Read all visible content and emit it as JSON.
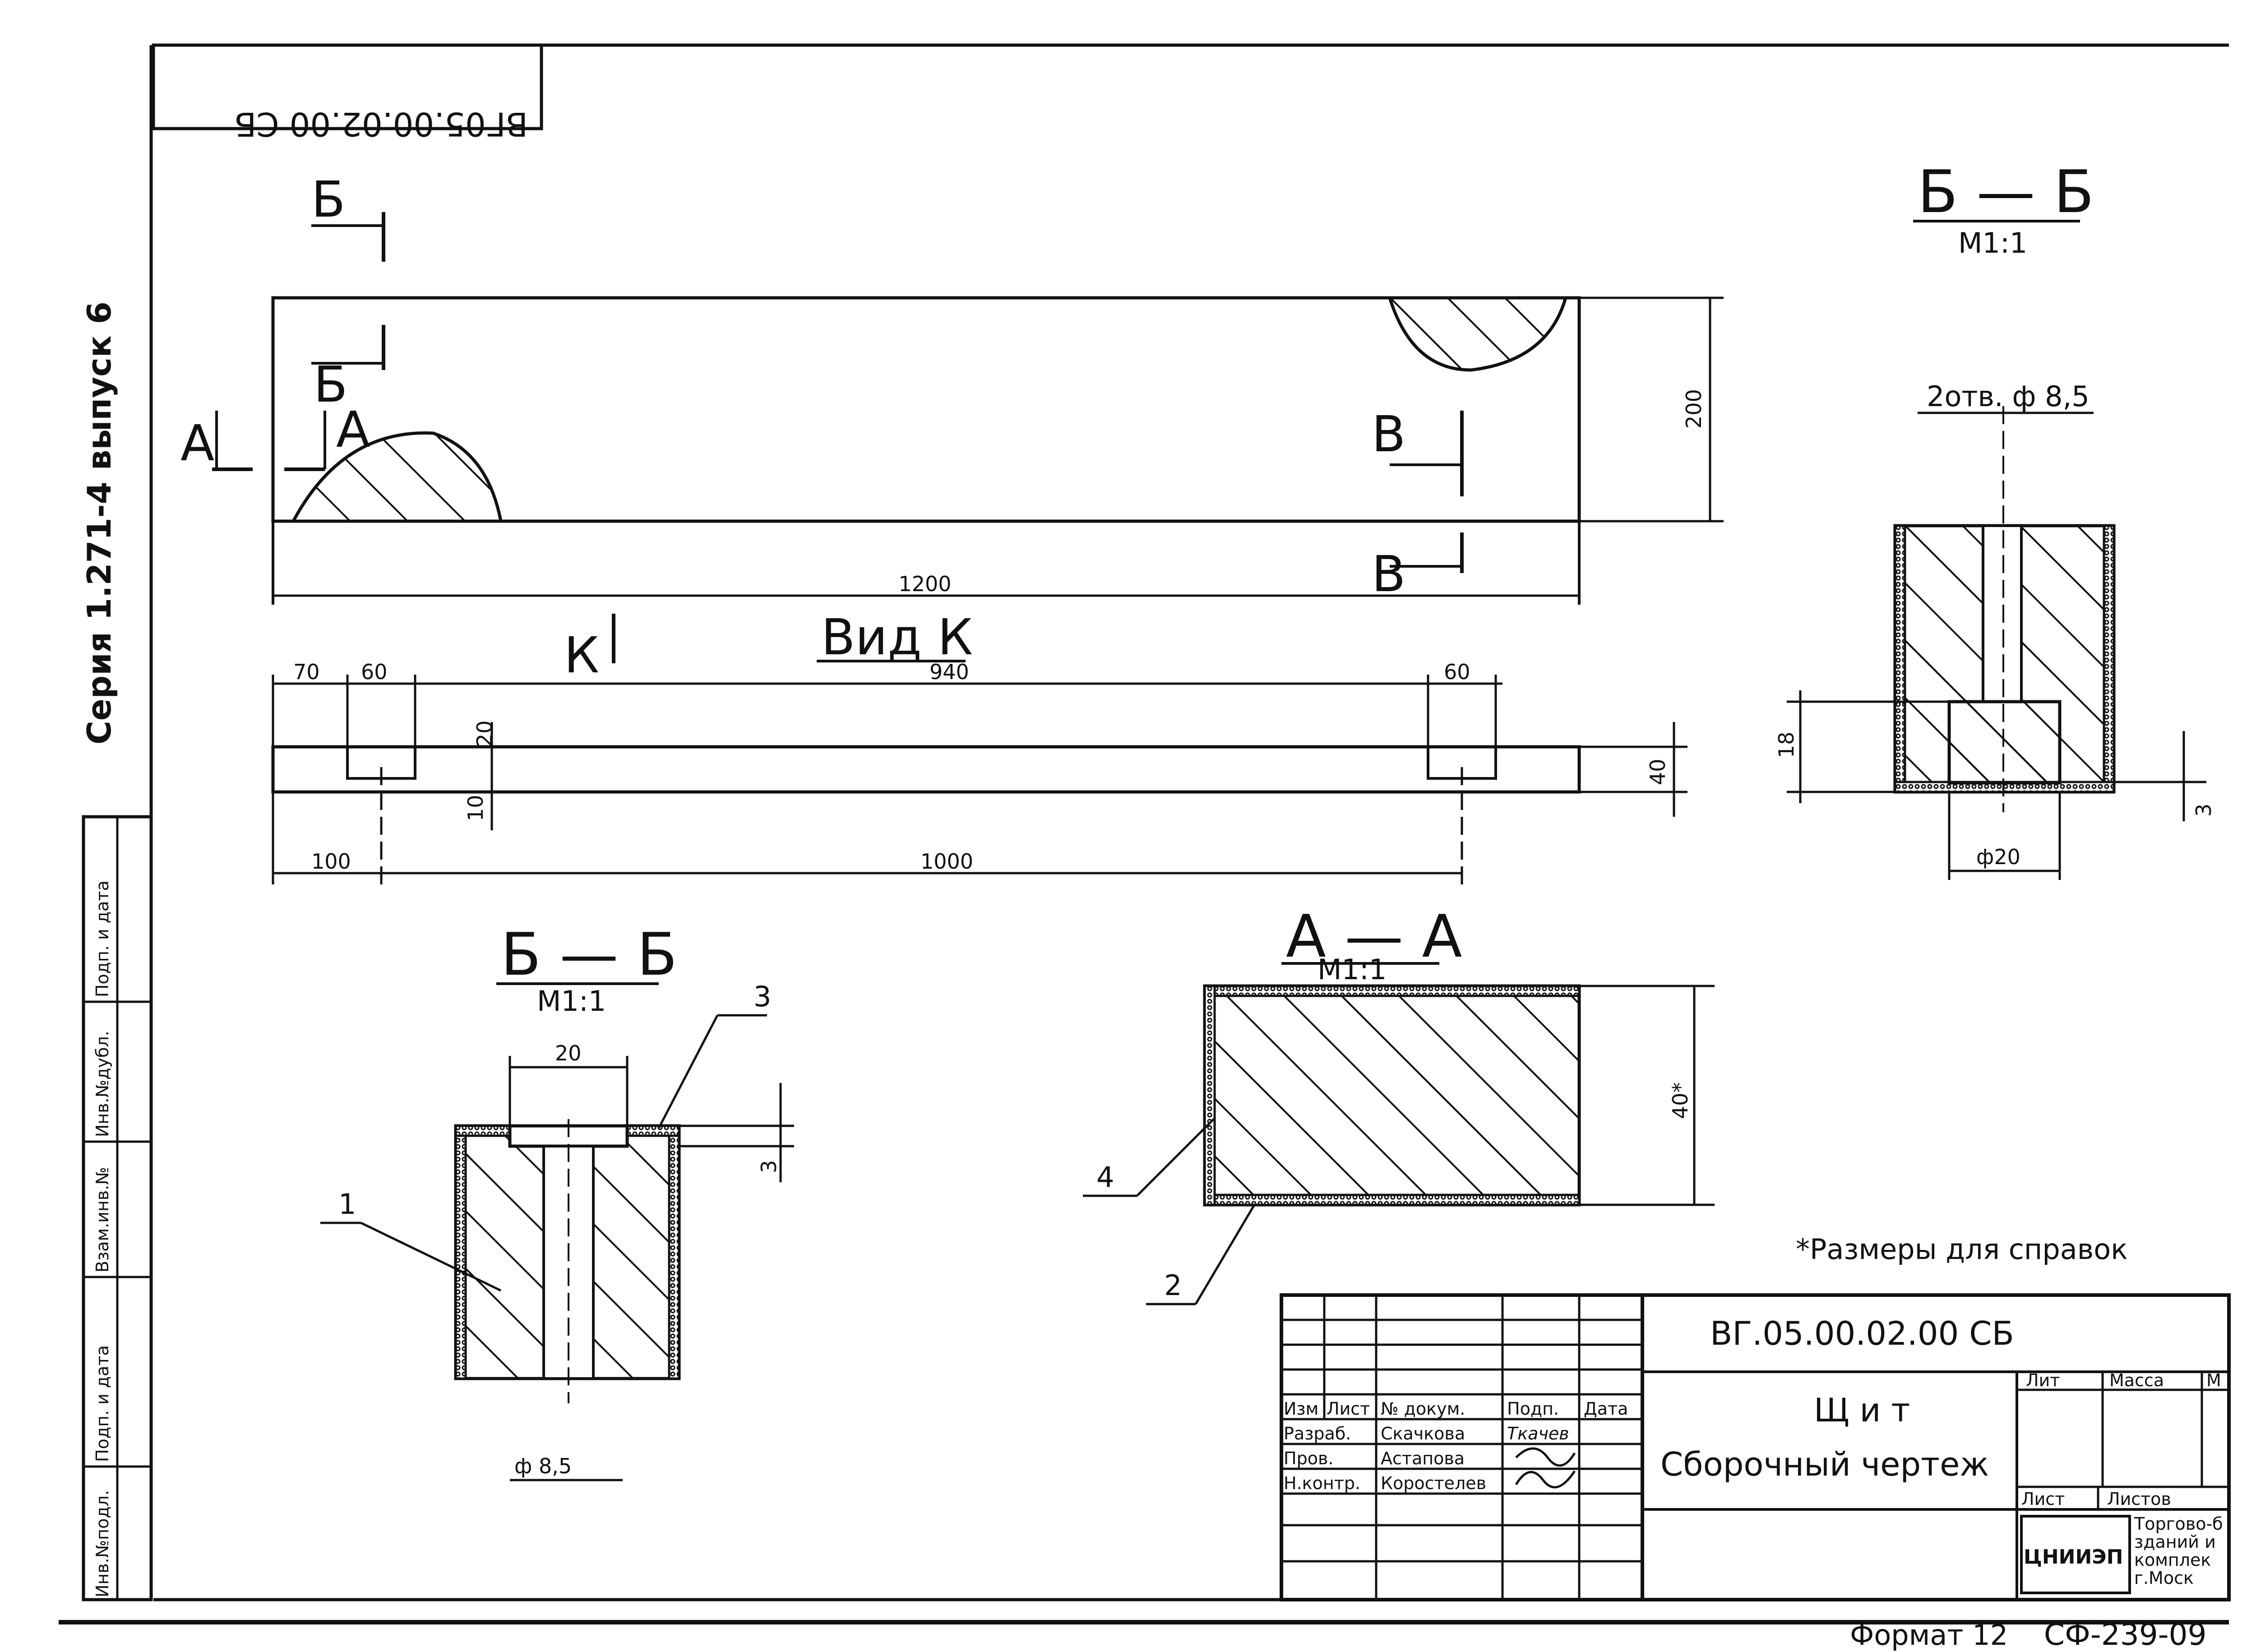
{
  "stamp_code": "ВГ05.00.02.00 СБ",
  "series_label": "Серия 1.271-4 выпуск 6",
  "view_main": {
    "section_bb_mark": "Б",
    "section_aa_mark": "А",
    "section_vv_mark": "В",
    "height_dim": "200",
    "length_dim": "1200",
    "view_k_arrow": "К"
  },
  "view_k": {
    "title": "Вид К",
    "dims": [
      "70",
      "60",
      "940",
      "60",
      "20",
      "10",
      "40",
      "100",
      "1000"
    ]
  },
  "section_bb_right": {
    "title": "Б — Б",
    "scale": "М1:1",
    "holes": "2отв. ф 8,5",
    "dim_18": "18",
    "dim_3": "3",
    "dim_d20": "ф20"
  },
  "section_bb_left": {
    "title": "Б — Б",
    "scale": "М1:1",
    "dim_20": "20",
    "dim_3": "3",
    "dim_d85": "ф 8,5",
    "callouts": [
      "1",
      "3"
    ]
  },
  "section_aa": {
    "title": "А — А",
    "scale": "М1:1",
    "dim_40": "40*",
    "callouts": [
      "4",
      "2"
    ]
  },
  "note": "*Размеры для справок",
  "title_block": {
    "code": "ВГ.05.00.02.00 СБ",
    "name_line1": "Щ и т",
    "name_line2": "Сборочный чертеж",
    "headers": [
      "Изм",
      "Лист",
      "№ докум.",
      "Подп.",
      "Дата"
    ],
    "rows": [
      {
        "role": "Разраб.",
        "name": "Скачкова",
        "sign": "Ткачев"
      },
      {
        "role": "Пров.",
        "name": "Астапова",
        "sign": ""
      },
      {
        "role": "Н.контр.",
        "name": "Коростелев",
        "sign": ""
      }
    ],
    "lit": "Лит",
    "massa": "Масса",
    "masshtab": "М",
    "list": "Лист",
    "listov": "Листов",
    "org_logo": "ЦНИИЭП",
    "org_text": [
      "Торгово-б",
      "зданий и",
      "комплек",
      "г.Моск"
    ]
  },
  "side_stamp": [
    "Инв.№подл.",
    "Подп. и дата",
    "Взам.инв.№",
    "Инв.№дубл.",
    "Подп. и дата"
  ],
  "format": "Формат 12",
  "sf_code": "СФ-239-09"
}
